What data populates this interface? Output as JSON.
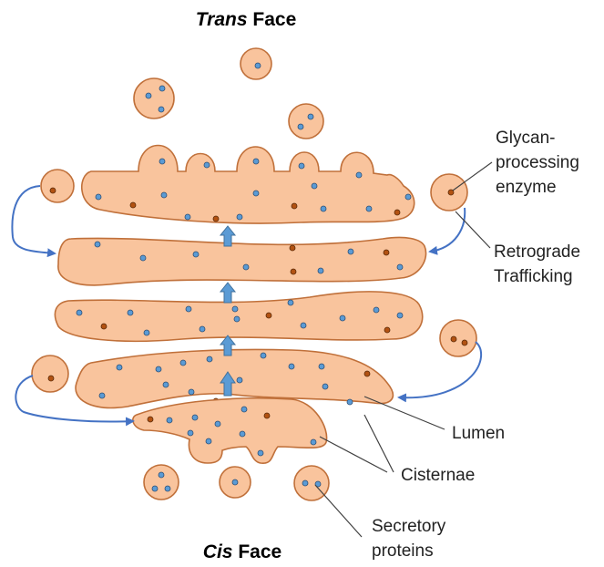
{
  "faces": {
    "top_italic": "Trans",
    "top_rest": " Face",
    "bottom_italic": "Cis",
    "bottom_rest": " Face"
  },
  "labels": {
    "glycan": [
      "Glycan-",
      "processing",
      "enzyme"
    ],
    "retrograde": [
      "Retrograde",
      "Trafficking"
    ],
    "lumen": "Lumen",
    "cisternae": "Cisternae",
    "secretory": [
      "Secretory",
      "proteins"
    ]
  },
  "colors": {
    "cisterna_fill": "#f9c49d",
    "cisterna_stroke": "#c0703a",
    "protein_dot": "#5b9bd5",
    "enzyme_dot": "#b25212",
    "arrow": "#4472c4"
  }
}
